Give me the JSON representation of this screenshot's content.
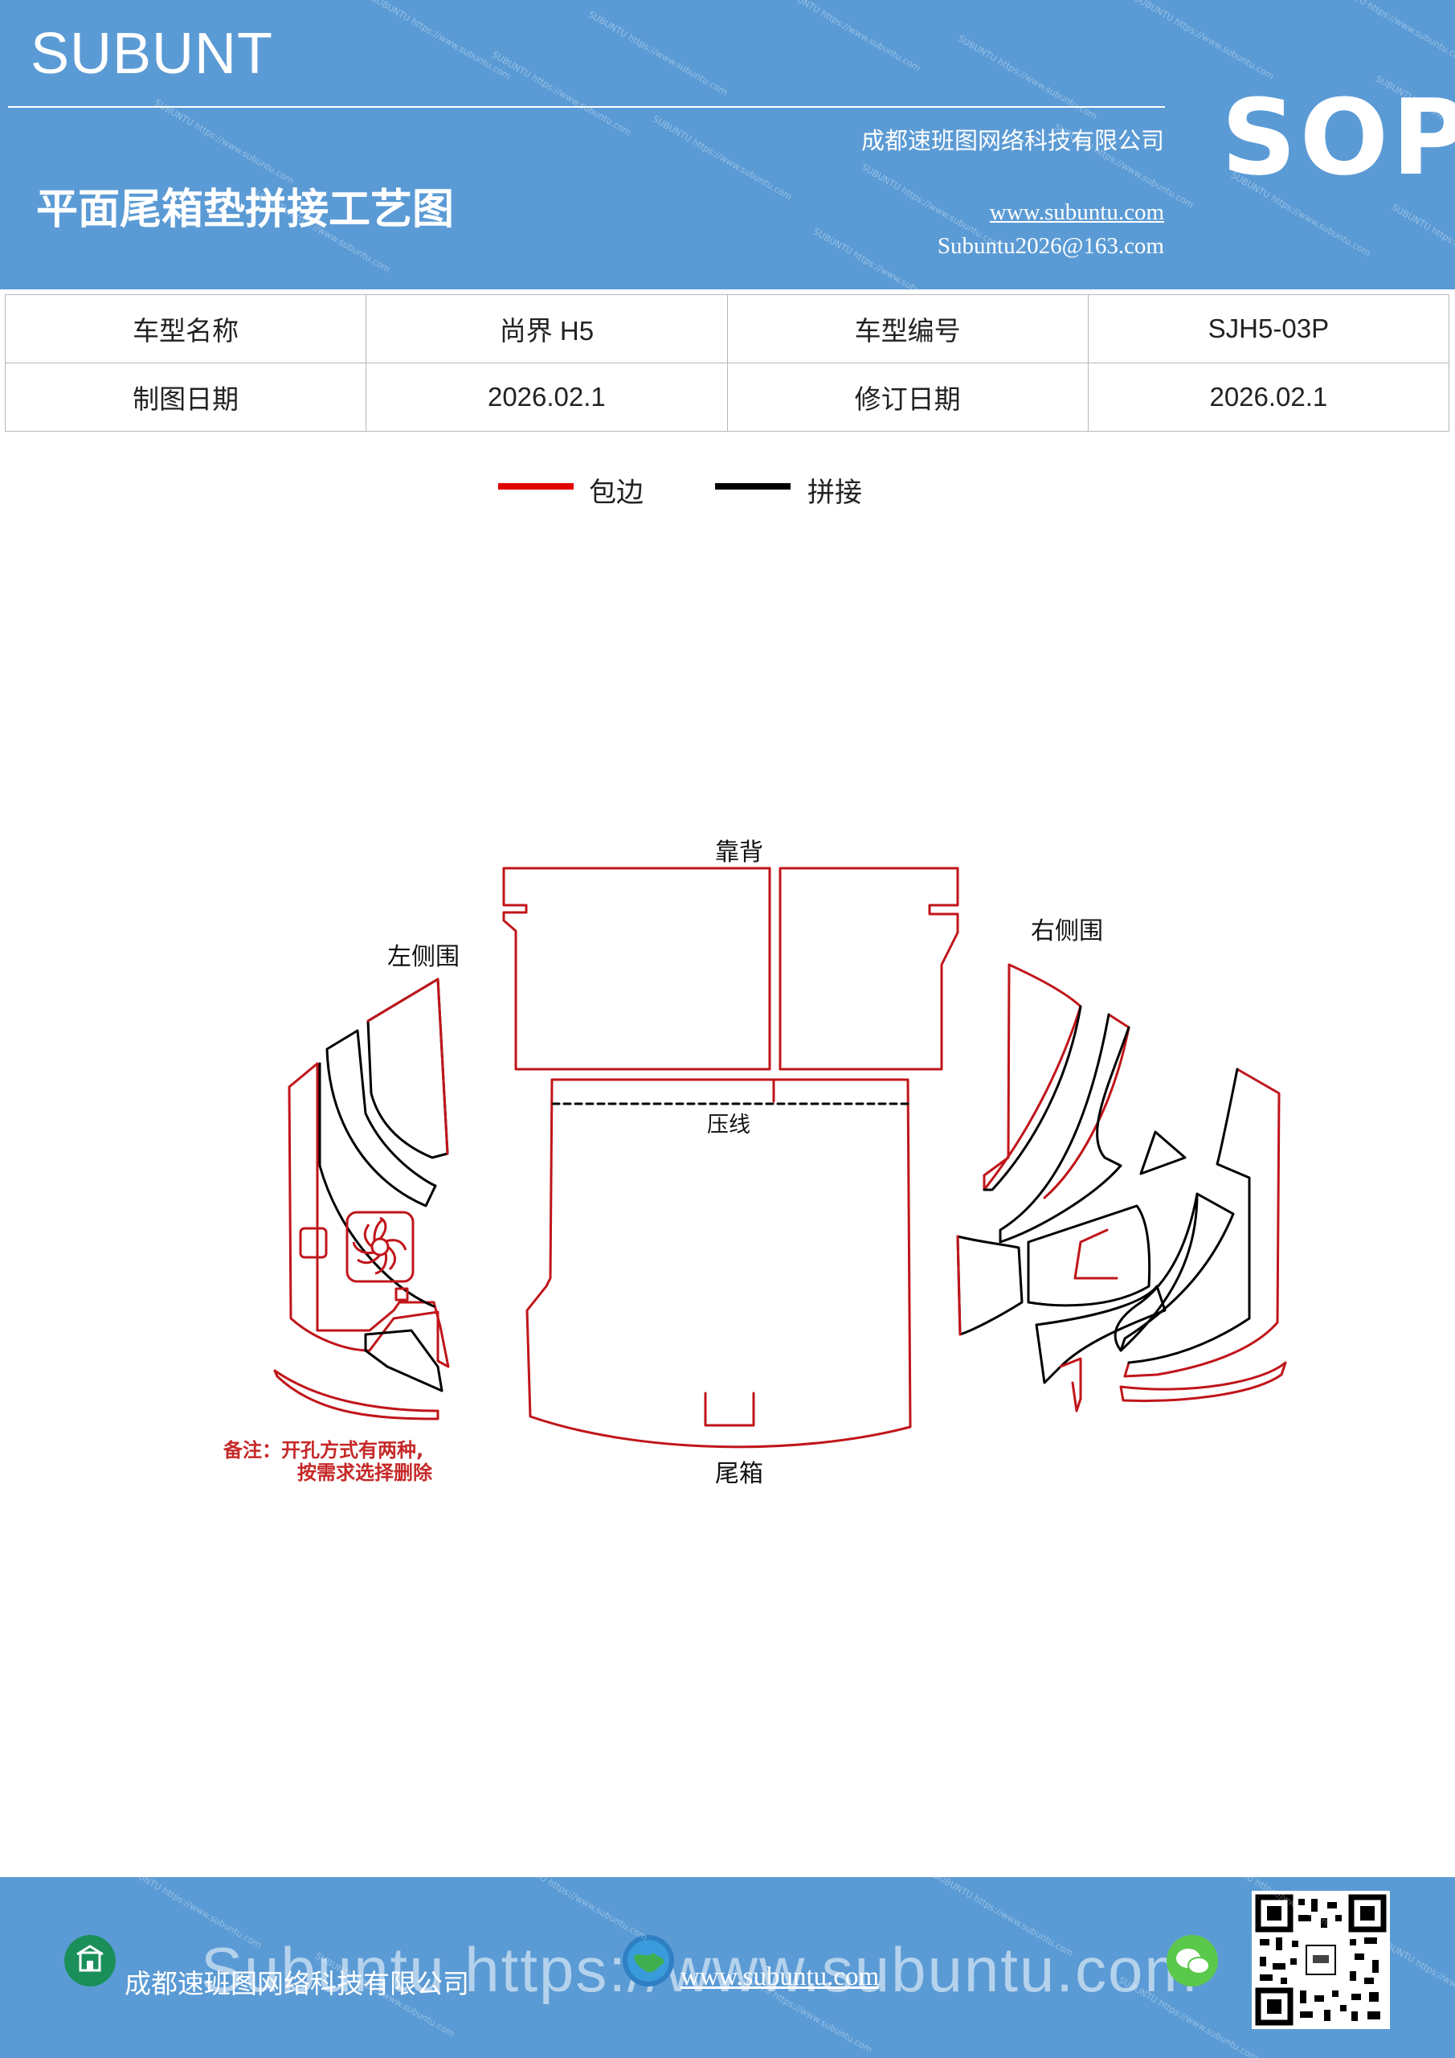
{
  "header": {
    "brand": "SUBUNT",
    "company": "成都速班图网络科技有限公司",
    "title": "平面尾箱垫拼接工艺图",
    "website": "www.subuntu.com",
    "email": "Subuntu2026@163.com",
    "badge": "SOP",
    "background_color": "#5b9bd5"
  },
  "info_table": {
    "rows": [
      {
        "label1": "车型名称",
        "value1": "尚界 H5",
        "label2": "车型编号",
        "value2": "SJH5-03P"
      },
      {
        "label1": "制图日期",
        "value1": "2026.02.1",
        "label2": "修订日期",
        "value2": "2026.02.1"
      }
    ]
  },
  "legend": {
    "items": [
      {
        "label": "包边",
        "color": "#e00000"
      },
      {
        "label": "拼接",
        "color": "#000000"
      }
    ]
  },
  "diagram": {
    "labels": {
      "backrest": "靠背",
      "left_side": "左侧围",
      "right_side": "右侧围",
      "crease": "压线",
      "trunk": "尾箱"
    },
    "note_line1": "备注：开孔方式有两种,",
    "note_line2": "按需求选择删除",
    "edge_color": "#c0151a",
    "seam_color": "#000000"
  },
  "footer": {
    "company": "成都速班图网络科技有限公司",
    "website": "www.subuntu.com",
    "banner": "Subuntu https://www.subuntu.com"
  }
}
